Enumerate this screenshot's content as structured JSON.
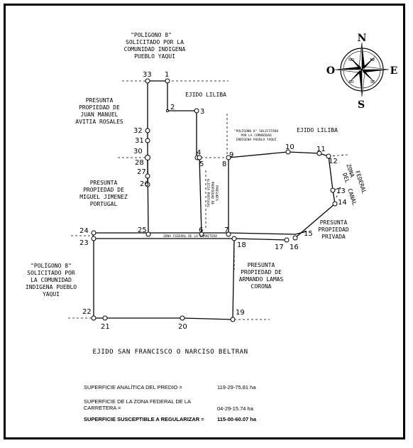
{
  "map": {
    "labels": {
      "poly_top": [
        "\"POLÍGONO 8\"",
        "SOLICITADO POR LA",
        "COMUNIDAD INDIGENA",
        "PUEBLO YAQUI"
      ],
      "ejido_liliba_left": "EJIDO LILIBA",
      "ejido_liliba_right": "EJIDO LILIBA",
      "juan_manuel": [
        "PRESUNTA",
        "PROPIEDAD DE",
        "JUAN MANUEL",
        "AVITIA ROSALES"
      ],
      "miguel": [
        "PRESUNTA",
        "PROPIEDAD DE",
        "MIGUEL JIMENEZ",
        "PORTUGAL"
      ],
      "poly_small": [
        "\"POLÍGONO 8\" SOLICITADO",
        "POR LA COMUNIDAD",
        "INDIGENA PUEBLO YAQUI"
      ],
      "zona_canal": [
        "ZONA",
        "FEDERAL",
        "DEL",
        "CANAL"
      ],
      "presunta_privada": [
        "PRESUNTA",
        "PROPIEDAD",
        "PRIVADA"
      ],
      "zona_carretera": "ZONA FEDERAL DE LA CARRETERA",
      "presunta_vertical": [
        "PRESUNTA",
        "PROPIEDAD DE",
        "ALICIA PORTUGAL"
      ],
      "poly_left": [
        "\"POLÍGONO 8\"",
        "SOLICITADO POR",
        "LA COMUNIDAD",
        "INDIGENA PUEBLO",
        "YAQUI"
      ],
      "armando": [
        "PRESUNTA",
        "PROPIEDAD DE",
        "ARMANDO LAMAS",
        "CORONA"
      ],
      "ejido_bottom": "EJIDO SAN FRANCISCO O NARCISO BELTRAN"
    },
    "points": [
      "1",
      "2",
      "3",
      "4",
      "5",
      "6",
      "7",
      "8",
      "9",
      "10",
      "11",
      "12",
      "13",
      "14",
      "15",
      "16",
      "17",
      "18",
      "19",
      "20",
      "21",
      "22",
      "23",
      "24",
      "25",
      "26",
      "27",
      "28",
      "30",
      "31",
      "32",
      "33"
    ],
    "compass": {
      "n": "N",
      "s": "S",
      "e": "E",
      "o": "O",
      "ne": "NE",
      "nw": "NO",
      "se": "SE",
      "sw": "SO"
    }
  },
  "summary": {
    "row1_label": "SUPERFICIE ANALÍTICA DEL PREDIO  =",
    "row1_value": "119-29-75.81 ha",
    "row2_label_1": "SUPERFICIE DE LA ZONA FEDERAL DE LA",
    "row2_label_2": "CARRETERA =",
    "row2_value": "04-29-15.74 ha",
    "row3_label": "SUPERFICIE SUSCEPTIBLE A REGULARIZAR =",
    "row3_value": "115-00-60.07 ha"
  }
}
